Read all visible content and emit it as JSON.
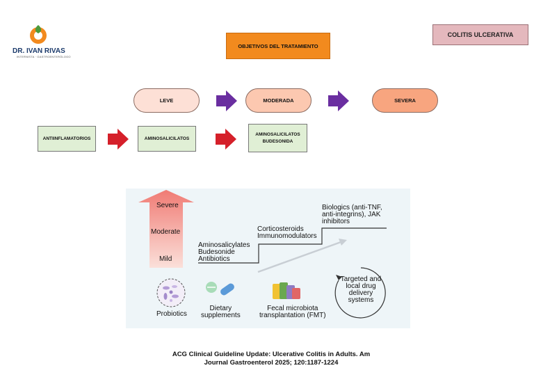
{
  "header": {
    "logo_name": "DR. IVAN RIVAS",
    "logo_subtitle": "INTERNISTA · GASTROENTERÓLOGO",
    "center_title": "OBJETIVOS DEL TRATAMIENTO",
    "tag": "COLITIS ULCERATIVA"
  },
  "severity": [
    "LEVE",
    "MODERADA",
    "SEVERA"
  ],
  "treatments": [
    "ANTIINFLAMATORIOS",
    "AMINOSALICILATOS",
    "AMINOSALICILATOS\nBUDESONIDA"
  ],
  "figure": {
    "severity_labels": [
      "Severe",
      "Moderate",
      "Mild"
    ],
    "steps": [
      "Aminosalicylates\nBudesonide\nAntibiotics",
      "Corticosteroids\nImmunomodulators",
      "Biologics (anti-TNF,\nanti-integrins), JAK\ninhibitors"
    ],
    "bottom_items": [
      "Probiotics",
      "Dietary\nsupplements",
      "Fecal microbiota\ntransplantation (FMT)"
    ],
    "circle_label": "Targeted and\nlocal drug\ndelivery\nsystems"
  },
  "citation": {
    "line1": "ACG Clinical Guideline Update:  Ulcerative Colitis in Adults. Am",
    "line2": "Journal  Gastroenterol 2025; 120:1187-1224"
  },
  "colors": {
    "orange_box": "#f28a1e",
    "tag_box": "#e4b8bd",
    "leve": "#fde0d6",
    "moderada": "#fcc8b0",
    "severa": "#f8a57f",
    "green_box": "#e0efd5",
    "purple_arrow": "#6a2ea0",
    "red_arrow": "#d5202a"
  }
}
